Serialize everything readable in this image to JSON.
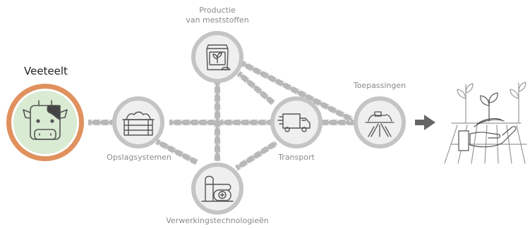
{
  "nodes": {
    "source": {
      "label": "Veeteelt",
      "icon": "cow-icon"
    },
    "storage": {
      "label": "Opslagsystemen",
      "icon": "manure-storage-container-icon"
    },
    "fertilizer": {
      "label_line1": "Productie",
      "label_line2": "van meststoffen",
      "icon": "fertilizer-bag-icon"
    },
    "processing": {
      "label": "Verwerkingstechnologieën",
      "icon": "processing-tank-icon"
    },
    "transport": {
      "label": "Transport",
      "icon": "truck-icon"
    },
    "application": {
      "label": "Toepassingen",
      "icon": "field-spreader-icon"
    },
    "outcome": {
      "icon": "hand-with-plants-icon"
    }
  },
  "connections": [
    [
      "source",
      "storage"
    ],
    [
      "storage",
      "transport"
    ],
    [
      "transport",
      "application"
    ],
    [
      "storage",
      "processing"
    ],
    [
      "processing",
      "transport"
    ],
    [
      "fertilizer",
      "processing"
    ],
    [
      "fertilizer",
      "transport"
    ],
    [
      "fertilizer",
      "application"
    ]
  ],
  "colors": {
    "connector": "#b8b8b8",
    "node_border": "#c4c4c4",
    "node_fill": "#efefef",
    "source_ring": "#e0915e",
    "source_fill": "#d9ebd2",
    "arrow": "#666666",
    "icon_stroke": "#555555"
  }
}
